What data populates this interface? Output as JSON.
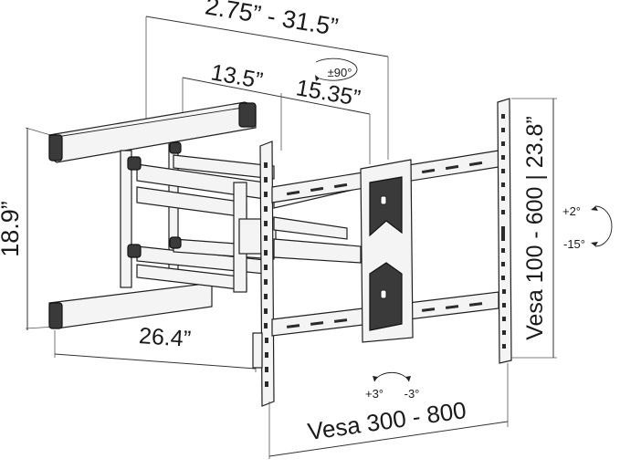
{
  "dimensions": {
    "extension_range": "2.75” - 31.5”",
    "arm_length_1": "13.5”",
    "arm_length_2": "15.35”",
    "height": "18.9”",
    "width": "26.4”",
    "vesa_vertical": "Vesa 100 - 600 | 23.8”",
    "vesa_horizontal": "Vesa 300 - 800"
  },
  "rotation": {
    "swivel": "±90°",
    "tilt_up": "+2°",
    "tilt_down": "-15°",
    "level_plus": "+3°",
    "level_minus": "-3°"
  },
  "icons": [
    "swivel-arrow-icon",
    "tilt-arrow-icon",
    "level-arrow-icon"
  ]
}
